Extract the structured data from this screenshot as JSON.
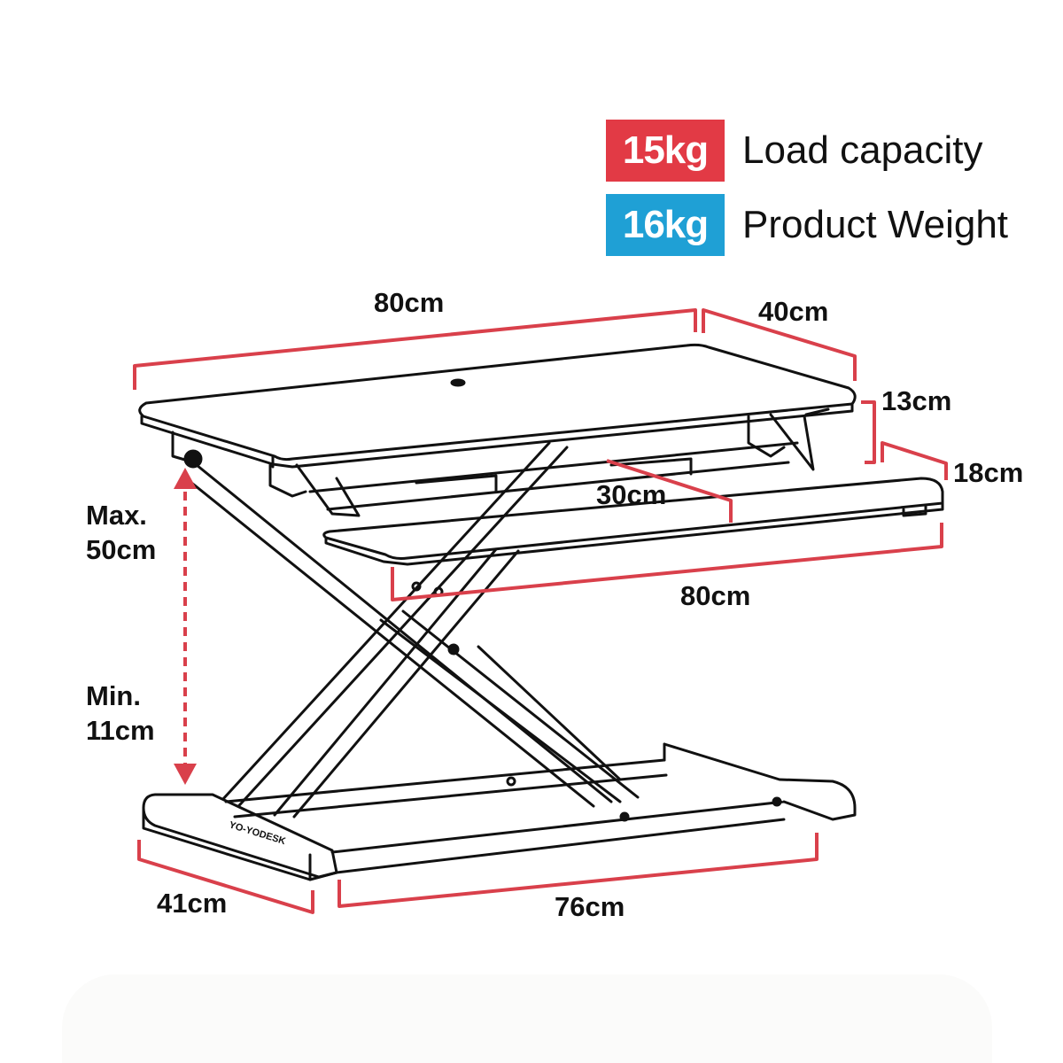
{
  "specs": [
    {
      "value": "15kg",
      "label": "Load capacity",
      "color": "#E23A45"
    },
    {
      "value": "16kg",
      "label": "Product Weight",
      "color": "#1FA0D5"
    }
  ],
  "dimensions": {
    "top_width": "80cm",
    "top_depth": "40cm",
    "tier_gap": "13cm",
    "keyboard_depth": "18cm",
    "keyboard_inner": "30cm",
    "keyboard_width": "80cm",
    "height_max_label": "Max.",
    "height_max_value": "50cm",
    "height_min_label": "Min.",
    "height_min_value": "11cm",
    "base_depth": "41cm",
    "base_width": "76cm"
  },
  "brand_mark": "YO-YODESK",
  "colors": {
    "dimension_line": "#D9404B",
    "outline": "#111111",
    "background": "#FFFFFF"
  }
}
